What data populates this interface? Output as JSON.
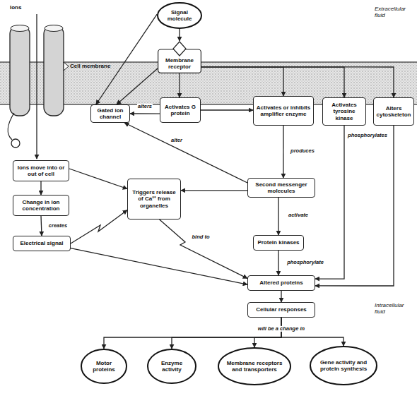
{
  "diagram": {
    "nodes": [
      {
        "text": [
          "Signal molecule"
        ]
      },
      {
        "text": [
          "Membrane receptor"
        ]
      },
      {
        "text": [
          "Gated ion channel"
        ]
      },
      {
        "text": [
          "Activates G protein"
        ]
      },
      {
        "text": [
          "Activates or inhibits amplifier enzyme"
        ]
      },
      {
        "text": [
          "Activates tyrosine kinase"
        ]
      },
      {
        "text": [
          "Alters cytoskeleton"
        ]
      },
      {
        "text": [
          "Ions move into or out of cell"
        ]
      },
      {
        "text": [
          "Change in ion concentration"
        ]
      },
      {
        "text": [
          "Electrical signal"
        ]
      },
      {
        "text": [
          "Triggers release of Ca²⁺ from organelles"
        ]
      },
      {
        "text": [
          "Second messenger molecules"
        ]
      },
      {
        "text": [
          "Protein kinases"
        ]
      },
      {
        "text": [
          "Altered proteins"
        ]
      },
      {
        "text": [
          "Cellular responses"
        ]
      },
      {
        "text": [
          "Motor proteins"
        ]
      },
      {
        "text": [
          "Enzyme activity"
        ]
      },
      {
        "text": [
          "Membrane receptors and transporters"
        ]
      },
      {
        "text": [
          "Gene activity and protein synthesis"
        ]
      }
    ],
    "edges": [
      {
        "from": 0,
        "to": 1,
        "arrow": "to"
      },
      {
        "from": 0,
        "to": 2,
        "arrow": "to"
      },
      {
        "from": 1,
        "to": 2,
        "arrow": "to"
      },
      {
        "from": 1,
        "to": 3,
        "arrow": "to"
      },
      {
        "from": 1,
        "to": 4,
        "arrow": "to"
      },
      {
        "from": 1,
        "to": 5,
        "arrow": "to"
      },
      {
        "from": 1,
        "to": 6,
        "arrow": "to"
      },
      {
        "from": 3,
        "to": 4,
        "arrow": "to"
      },
      {
        "from": 3,
        "to": 2,
        "label": "alters",
        "arrow": "to"
      },
      {
        "from": 4,
        "to": 11,
        "label": "produces",
        "arrow": "to"
      },
      {
        "from": 11,
        "to": 2,
        "label": "alter",
        "arrow": "to"
      },
      {
        "from": 7,
        "to": 8,
        "arrow": "to"
      },
      {
        "from": 8,
        "to": 9,
        "label": "creates",
        "arrow": "to"
      },
      {
        "from": 7,
        "to": 10,
        "arrow": "to"
      },
      {
        "from": 9,
        "to": 10,
        "arrow": "to"
      },
      {
        "from": 11,
        "to": 10,
        "arrow": "to"
      },
      {
        "from": 11,
        "to": 12,
        "label": "activate",
        "arrow": "to"
      },
      {
        "from": 9,
        "to": 13,
        "arrow": "to"
      },
      {
        "from": 10,
        "to": 13,
        "label": "bind to",
        "arrow": "to"
      },
      {
        "from": 12,
        "to": 13,
        "label": "phosphorylate",
        "arrow": "to"
      },
      {
        "from": 5,
        "to": 13,
        "label": "phosphorylates",
        "arrow": "to"
      },
      {
        "from": 6,
        "to": 13,
        "arrow": "to"
      },
      {
        "from": 13,
        "to": 14,
        "arrow": "to"
      },
      {
        "from": 14,
        "to": 15,
        "arrow": "to"
      },
      {
        "from": 14,
        "to": 16,
        "arrow": "to"
      },
      {
        "from": 14,
        "to": 17,
        "label": "will be a change in",
        "arrow": "to"
      },
      {
        "from": 14,
        "to": 18,
        "arrow": "to"
      }
    ],
    "labels": [
      "Ions",
      "Extracellular fluid",
      "Cell membrane",
      "Intracellular fluid"
    ]
  }
}
